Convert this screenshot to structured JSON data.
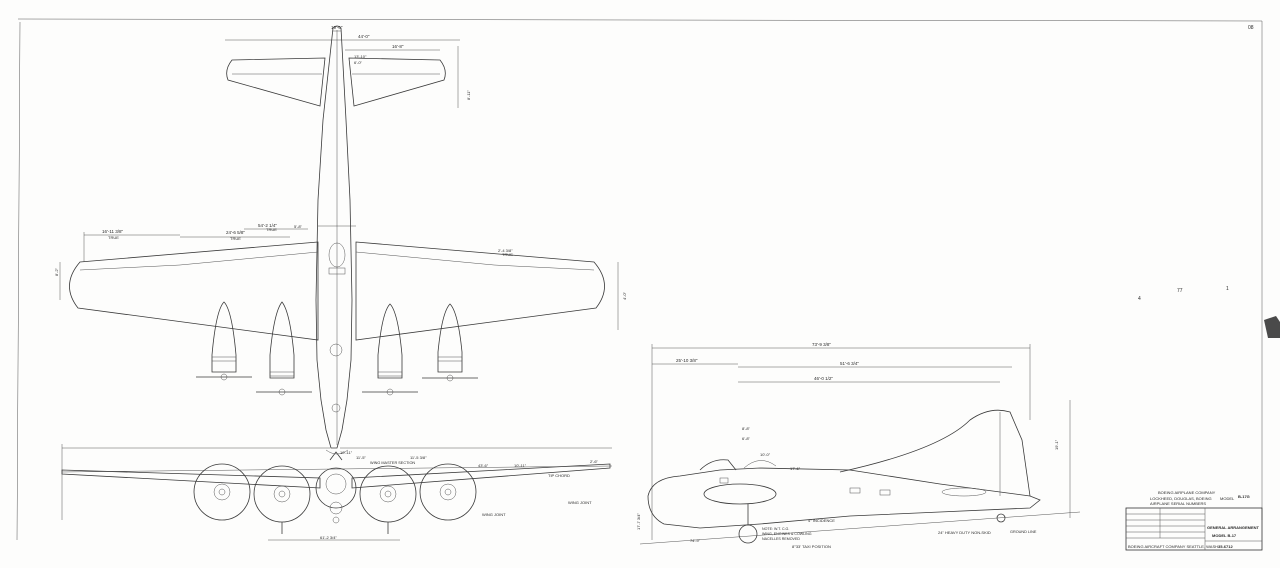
{
  "sheet_number": "08",
  "plan_view": {
    "dimensions": {
      "d1": "19'-6\"",
      "d2": "44'-0\"",
      "d3": "16'-8\"",
      "d4": "13'-10\"",
      "d5": "6'-0\"",
      "d6": "16'-11 3/8\"",
      "d7": "24'-6 5/8\"",
      "d8": "54'-2 1/4\"",
      "d9": "5'-8\"",
      "d10": "8'-2\"",
      "d11": "8'-11\"",
      "d12": "2'-4 3/8\"",
      "d13": "4'-0\""
    },
    "true_label": "TRUE"
  },
  "front_view": {
    "dimensions": {
      "f1": "10'-11\"",
      "f2": "11'-5\"",
      "f3": "11'-5 3/8\"",
      "f4": "43'-6\"",
      "f5": "10'-11\"",
      "f6": "2'-6\"",
      "f7": "61'-2 3/4\""
    },
    "labels": {
      "wing_master_section": "WING MASTER SECTION",
      "tip_chord": "TIP CHORD",
      "wing_joint_a": "WING JOINT",
      "wing_joint_b": "WING JOINT"
    }
  },
  "side_view": {
    "dimensions": {
      "s1": "73'-9 3/8\"",
      "s2": "25'-10 3/8\"",
      "s3": "51'-6 3/4\"",
      "s4": "46'-0 1/2\"",
      "s5": "8'-8\"",
      "s6": "6'-8\"",
      "s7": "10'-0\"",
      "s8": "19'-1\"",
      "s9": "17'-6\"",
      "s10": "17'-7 3/4\"",
      "s11": "74'-9\""
    },
    "labels": {
      "incidence": "4° INCIDENCE",
      "heavy_duty": "24\" HEAVY DUTY NON-SKID",
      "taxi": "8°33' TAXI POSITION",
      "ground_line": "GROUND LINE",
      "note1": "NOTE: W.T. C.G.",
      "note2": "WING, ENGINES & COWLING",
      "note3": "NACELLES REMOVED"
    }
  },
  "title_block": {
    "model_code": "B-17G",
    "line1": "BOEING AIRPLANE COMPANY",
    "line2": "LOCKHEED, DOUGLAS, BOEING",
    "line3": "AIRPLANE SERIAL NUMBERS",
    "model_word": "MODEL",
    "title": "GENERAL ARRANGEMENT",
    "subtitle": "MODEL B-17",
    "drawing_number": "35-6712",
    "company": "BOEING AIRCRAFT COMPANY SEATTLE, WASH."
  },
  "marks": {
    "m1": "77",
    "m2": "1",
    "m3": "4"
  }
}
